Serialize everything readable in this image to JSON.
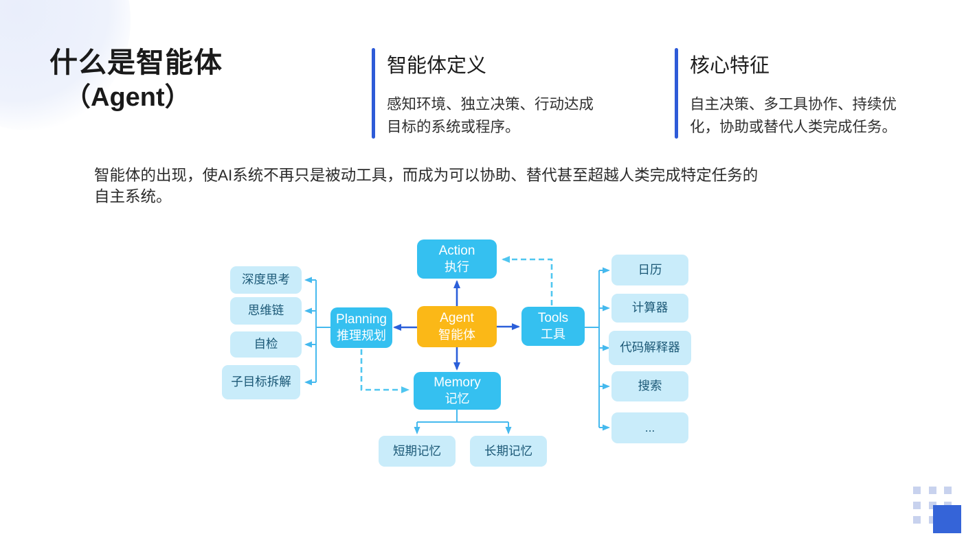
{
  "slide": {
    "title_lines": [
      "什么是智能体",
      "（Agent）"
    ],
    "sections": [
      {
        "heading": "智能体定义",
        "body_lines": [
          "感知环境、独立决策、行动达成",
          "目标的系统或程序。"
        ]
      },
      {
        "heading": "核心特征",
        "body_lines": [
          "自主决策、多工具协作、持续优",
          "化，协助或替代人类完成任务。"
        ]
      }
    ],
    "intro_lines": [
      "智能体的出现，使AI系统不再只是被动工具，而成为可以协助、替代甚至超越人类完成特定任务的",
      "自主系统。"
    ]
  },
  "diagram": {
    "center": {
      "en": "Agent",
      "zh": "智能体"
    },
    "action": {
      "en": "Action",
      "zh": "执行"
    },
    "planning": {
      "en": "Planning",
      "zh": "推理规划"
    },
    "tools": {
      "en": "Tools",
      "zh": "工具"
    },
    "memory": {
      "en": "Memory",
      "zh": "记忆"
    },
    "planning_items": [
      "深度思考",
      "思维链",
      "自检",
      "子目标拆解"
    ],
    "tools_items": [
      "日历",
      "计算器",
      "代码解释器",
      "搜索",
      "..."
    ],
    "memory_items": [
      "短期记忆",
      "长期记忆"
    ]
  },
  "colors": {
    "accent_bar": "#2e5bd8",
    "node_blue": "#35c0f0",
    "node_orange": "#fbb817",
    "leaf_bg": "#c9ecfa",
    "leaf_text": "#1b5876",
    "solid_arrow": "#2b5fd9",
    "light_line": "#45b9ee",
    "dashed_line": "#4fc6f0",
    "deco_square": "#3564d8",
    "deco_grid": "#c8d2ee"
  }
}
